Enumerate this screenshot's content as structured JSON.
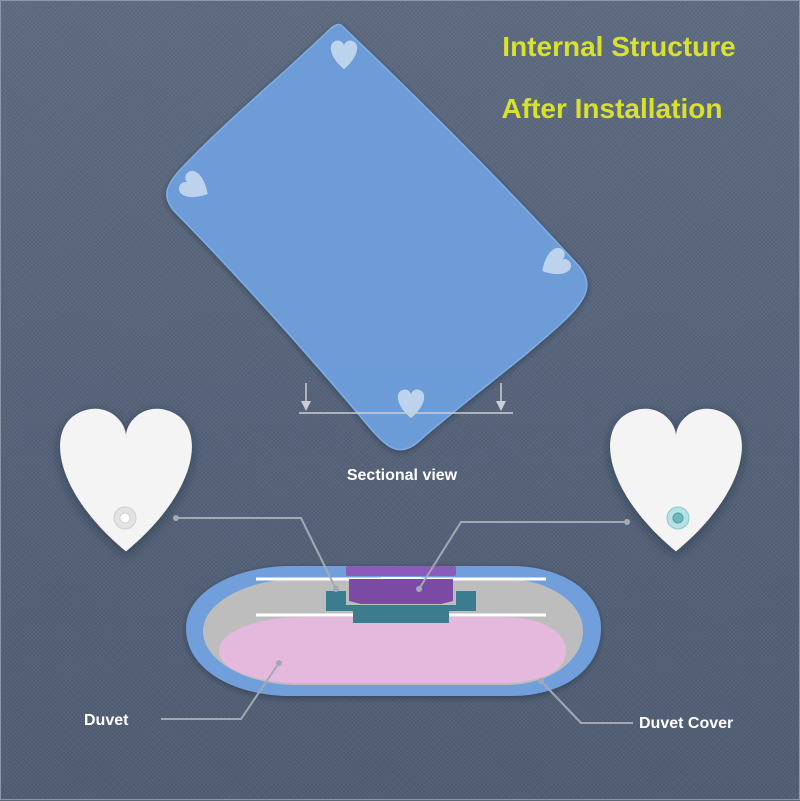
{
  "title": {
    "line1": "Internal Structure",
    "line2": "After Installation"
  },
  "labels": {
    "sectional_view": "Sectional view",
    "duvet": "Duvet",
    "duvet_cover": "Duvet Cover"
  },
  "colors": {
    "title": "#d7e12e",
    "denim_background": "#59667a",
    "duvet_cover_blue": "#6f9fdc",
    "duvet_pink": "#e4b9dd",
    "clip_purple": "#7a4aa5",
    "clip_teal": "#3b7c8e",
    "heart_white": "#f4f4f4"
  }
}
